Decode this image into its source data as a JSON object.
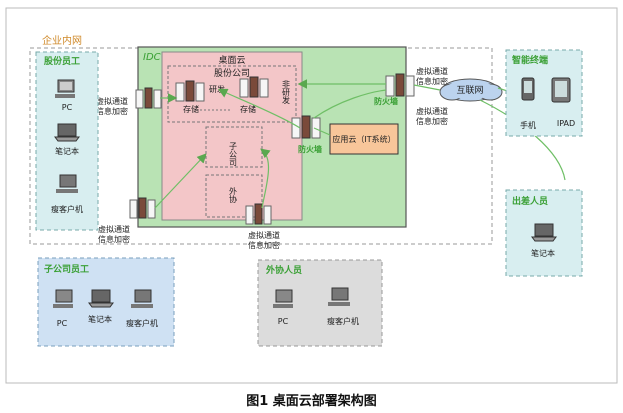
{
  "enterprise_network": "企业内网",
  "idc": "IDC",
  "desktop_cloud": "桌面云",
  "stock_company": "股份公司",
  "rd": "研发",
  "storage": "存储",
  "non_rd": "非研发",
  "subsidiary": "子公司",
  "outsourcing": "外协",
  "app_cloud": "应用云（IT系统）",
  "firewall": "防火墙",
  "internet": "互联网",
  "virtual_channel": "虚拟通道",
  "info_encrypt": "信息加密",
  "stock_staff": {
    "title": "股份员工",
    "pc": "PC",
    "laptop": "笔记本",
    "thin": "瘦客户机"
  },
  "sub_staff": {
    "title": "子公司员工",
    "pc": "PC",
    "laptop": "笔记本",
    "thin": "瘦客户机"
  },
  "outsourced_staff": {
    "title": "外协人员",
    "pc": "PC",
    "thin": "瘦客户机"
  },
  "smart_terminal": {
    "title": "智能终端",
    "phone": "手机",
    "ipad": "IPAD"
  },
  "business_travel": {
    "title": "出差人员",
    "laptop": "笔记本"
  },
  "caption": "图1  桌面云部署架构图",
  "colors": {
    "teal_box": "#d8eef0",
    "blue_box": "#cfe1f3",
    "gray_box": "#dcdcdc",
    "green_idc": "#b9e3b4",
    "pink_cloud": "#f3c6c8",
    "orange_app": "#f8c69a",
    "line_green": "#6fbf66",
    "label_green": "#3aa035",
    "label_orange": "#d08a2a"
  }
}
